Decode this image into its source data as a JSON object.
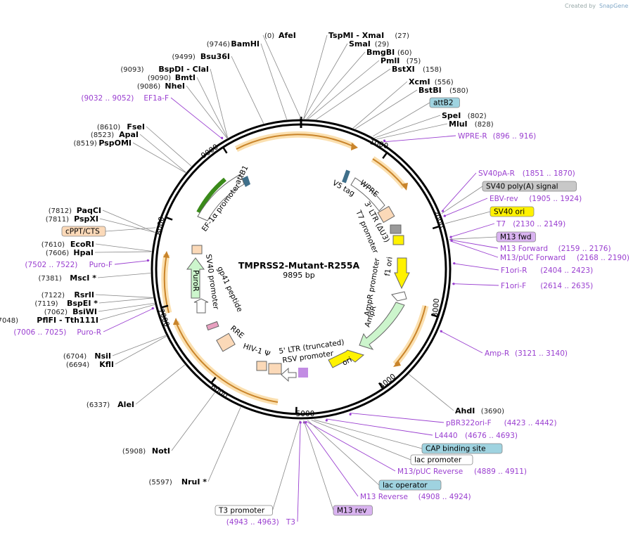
{
  "credit": {
    "created_by": "Created by",
    "app": "SnapGene"
  },
  "plasmid": {
    "name": "TMPRSS2-Mutant-R255A",
    "length_text": "9895 bp",
    "length": 9895
  },
  "ticks": [
    "1000",
    "2000",
    "3000",
    "4000",
    "5000",
    "6000",
    "7000",
    "8000",
    "9000"
  ],
  "sites": [
    {
      "name": "AfeI",
      "pos": "(0)",
      "side": "right"
    },
    {
      "name": "BamHI",
      "pos": "(9746)",
      "side": "left"
    },
    {
      "name": "Bsu36I",
      "pos": "(9499)",
      "side": "left"
    },
    {
      "name": "BspDI - ClaI",
      "pos": "(9093)",
      "side": "left"
    },
    {
      "name": "BmtI",
      "pos": "(9090)",
      "side": "left"
    },
    {
      "name": "NheI",
      "pos": "(9086)",
      "side": "left"
    },
    {
      "name": "FseI",
      "pos": "(8610)",
      "side": "left"
    },
    {
      "name": "ApaI",
      "pos": "(8523)",
      "side": "left"
    },
    {
      "name": "PspOMI",
      "pos": "(8519)",
      "side": "left"
    },
    {
      "name": "PaqCI",
      "pos": "(7812)",
      "side": "left"
    },
    {
      "name": "PspXI",
      "pos": "(7811)",
      "side": "left"
    },
    {
      "name": "EcoRI",
      "pos": "(7610)",
      "side": "left"
    },
    {
      "name": "HpaI",
      "pos": "(7606)",
      "side": "left"
    },
    {
      "name": "MscI *",
      "pos": "(7381)",
      "side": "left"
    },
    {
      "name": "RsrII",
      "pos": "(7122)",
      "side": "left"
    },
    {
      "name": "BspEI *",
      "pos": "(7119)",
      "side": "left"
    },
    {
      "name": "BsiWI",
      "pos": "(7062)",
      "side": "left"
    },
    {
      "name": "PflFI - Tth111I",
      "pos": "(7048)",
      "side": "left"
    },
    {
      "name": "NsiI",
      "pos": "(6704)",
      "side": "left"
    },
    {
      "name": "KflI",
      "pos": "(6694)",
      "side": "left"
    },
    {
      "name": "AleI",
      "pos": "(6337)",
      "side": "left"
    },
    {
      "name": "NotI",
      "pos": "(5908)",
      "side": "left"
    },
    {
      "name": "NruI *",
      "pos": "(5597)",
      "side": "left"
    },
    {
      "name": "TspMI - XmaI",
      "pos": "(27)",
      "side": "right"
    },
    {
      "name": "SmaI",
      "pos": "(29)",
      "side": "right"
    },
    {
      "name": "BmgBI",
      "pos": "(60)",
      "side": "right"
    },
    {
      "name": "PmlI",
      "pos": "(75)",
      "side": "right"
    },
    {
      "name": "BstXI",
      "pos": "(158)",
      "side": "right"
    },
    {
      "name": "XcmI",
      "pos": "(556)",
      "side": "right"
    },
    {
      "name": "BstBI",
      "pos": "(580)",
      "side": "right"
    },
    {
      "name": "SpeI",
      "pos": "(802)",
      "side": "right"
    },
    {
      "name": "MluI",
      "pos": "(828)",
      "side": "right"
    },
    {
      "name": "AhdI",
      "pos": "(3690)",
      "side": "right"
    }
  ],
  "primers": [
    {
      "name": "EF1a-F",
      "range": "(9032 .. 9052)"
    },
    {
      "name": "WPRE-R",
      "range": "(896 .. 916)"
    },
    {
      "name": "SV40pA-R",
      "range": "(1851 .. 1870)"
    },
    {
      "name": "EBV-rev",
      "range": "(1905 .. 1924)"
    },
    {
      "name": "T7",
      "range": "(2130 .. 2149)"
    },
    {
      "name": "M13 Forward",
      "range": "(2159 .. 2176)"
    },
    {
      "name": "M13/pUC Forward",
      "range": "(2168 .. 2190)"
    },
    {
      "name": "F1ori-R",
      "range": "(2404 .. 2423)"
    },
    {
      "name": "F1ori-F",
      "range": "(2614 .. 2635)"
    },
    {
      "name": "Amp-R",
      "range": "(3121 .. 3140)"
    },
    {
      "name": "pBR322ori-F",
      "range": "(4423 .. 4442)"
    },
    {
      "name": "L4440",
      "range": "(4676 .. 4693)"
    },
    {
      "name": "M13/pUC Reverse",
      "range": "(4889 .. 4911)"
    },
    {
      "name": "M13 Reverse",
      "range": "(4908 .. 4924)"
    },
    {
      "name": "T3",
      "range": "(4943 .. 4963)"
    },
    {
      "name": "Puro-F",
      "range": "(7502 .. 7522)"
    },
    {
      "name": "Puro-R",
      "range": "(7006 .. 7025)"
    }
  ],
  "boxed_features": [
    {
      "name": "attB2",
      "bg": "#9fd3e0"
    },
    {
      "name": "SV40 poly(A) signal",
      "bg": "#c8c8c8"
    },
    {
      "name": "SV40 ori",
      "bg": "#fff200"
    },
    {
      "name": "M13 fwd",
      "bg": "#d9b3f0"
    },
    {
      "name": "cPPT/CTS",
      "bg": "#fbd9b8"
    },
    {
      "name": "CAP binding site",
      "bg": "#9fd3e0"
    },
    {
      "name": "lac promoter",
      "bg": "#ffffff"
    },
    {
      "name": "lac operator",
      "bg": "#9fd3e0"
    },
    {
      "name": "M13 rev",
      "bg": "#d9b3f0"
    },
    {
      "name": "T3 promoter",
      "bg": "#ffffff"
    }
  ],
  "inner_features": [
    "attB1",
    "EF-1α promoter",
    "SV40 promoter",
    "PuroR",
    "gp41 peptide",
    "RRE",
    "HIV-1 Ψ",
    "5' LTR (truncated)",
    "RSV promoter",
    "ori",
    "AmpR",
    "AmpR promoter",
    "f1 ori",
    "T7 promoter",
    "3' LTR (ΔU3)",
    "WPRE",
    "V5 tag"
  ],
  "colors": {
    "primer": "#9a3fd0",
    "orf": "#f5a623",
    "promoter": "#ffffff",
    "ampr": "#ccf5cc",
    "ori": "#fff200",
    "attb": "#3f6f8a",
    "puror": "#ccf5cc",
    "ltr": "#fbd9b8",
    "backbone": "#000000"
  }
}
